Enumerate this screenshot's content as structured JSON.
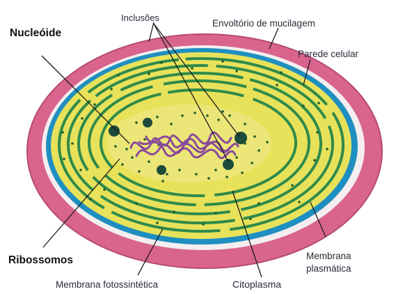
{
  "labels": {
    "inclusoes": "Inclusões",
    "envoltorio": "Envoltório de mucilagem",
    "nucleoide": "Nucleóide",
    "parede": "Parede celular",
    "ribossomos": "Ribossomos",
    "membrana_plasmatica_1": "Membrana",
    "membrana_plasmatica_2": "plasmática",
    "membrana_fotossintetica": "Membrana fotossintética",
    "citoplasma": "Citoplasma"
  },
  "colors": {
    "mucilage": "#d9648e",
    "mucilage_edge": "#b54a74",
    "cell_wall": "#f4eef0",
    "plasma_membrane": "#1e8fc0",
    "cytoplasm": "#e8e25a",
    "thylakoid": "#2f8a4a",
    "nucleoid": "#8a4a9a",
    "inclusion": "#1f4b3a",
    "ribosome": "#1f5a2a"
  }
}
